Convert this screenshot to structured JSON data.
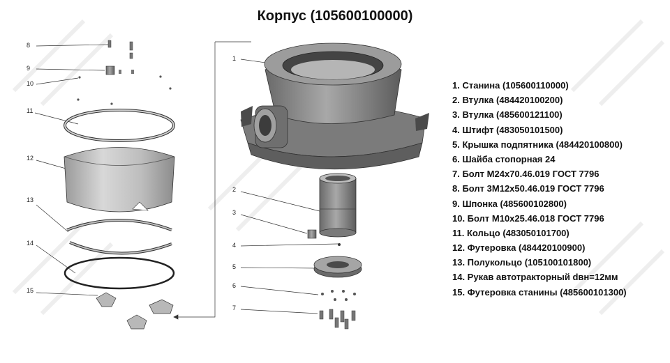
{
  "title": "Корпус (105600100000)",
  "parts": [
    "1. Станина (105600110000)",
    "2. Втулка (484420100200)",
    "3. Втулка (485600121100)",
    "4. Штифт (483050101500)",
    "5. Крышка подпятника (484420100800)",
    "6. Шайба стопорная 24",
    "7. Болт М24х70.46.019 ГОСТ 7796",
    "8. Болт 3М12х50.46.019 ГОСТ 7796",
    "9. Шпонка (485600102800)",
    "10. Болт М10х25.46.018 ГОСТ 7796",
    "11. Кольцо (483050101700)",
    "12. Футеровка (484420100900)",
    "13. Полукольцо (105100101800)",
    "14. Рукав автотракторный dвн=12мм",
    "15. Футеровка станины (485600101300)"
  ],
  "callouts": [
    "1",
    "2",
    "3",
    "4",
    "5",
    "6",
    "7",
    "8",
    "9",
    "10",
    "11",
    "12",
    "13",
    "14",
    "15"
  ],
  "colors": {
    "metal": "#8a8a8a",
    "metal_dark": "#5a5a5a",
    "metal_light": "#c8c8c8",
    "watermark": "#e6e6e6"
  }
}
